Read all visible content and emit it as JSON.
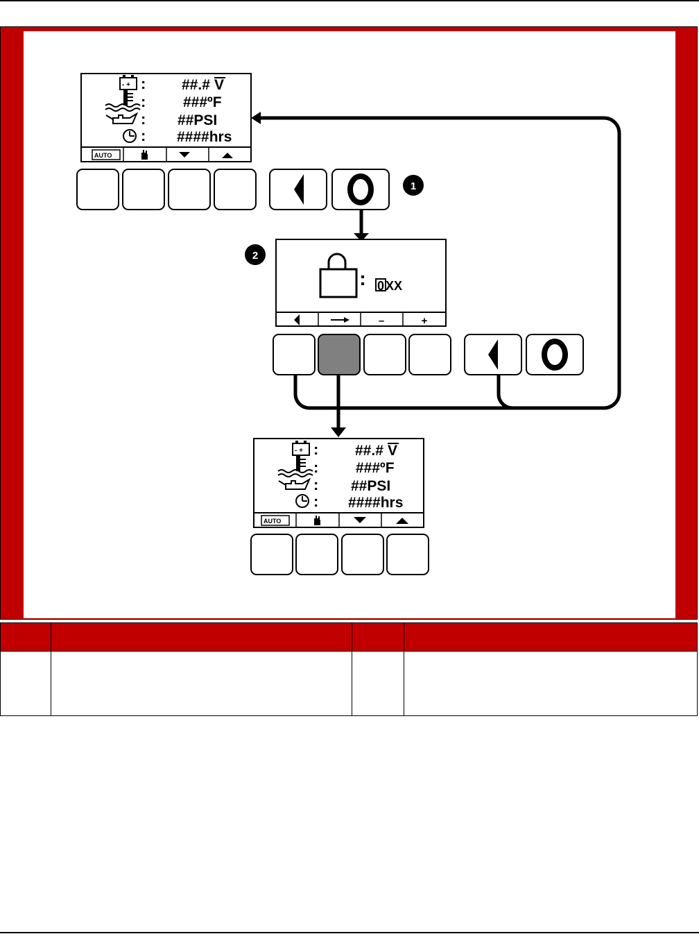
{
  "screen_main": {
    "battery": "##.#",
    "battery_unit": "V",
    "coolant": "###ºF",
    "oil": "##PSI",
    "hours": "####hrs",
    "softkeys": [
      "AUTO",
      "manual",
      "down",
      "up"
    ]
  },
  "screen_lock": {
    "code_first": "0",
    "code_rest": "XX",
    "softkeys": [
      "left",
      "right",
      "–",
      "+"
    ]
  },
  "screen_result": {
    "battery": "##.#",
    "battery_unit": "V",
    "coolant": "###ºF",
    "oil": "##PSI",
    "hours": "####hrs"
  },
  "callouts": [
    "1",
    "2"
  ],
  "icons": [
    "battery-icon",
    "coolant-temp-icon",
    "oil-can-icon",
    "clock-icon",
    "padlock-icon",
    "hand-icon",
    "auto-cycle-icon",
    "back-arrow-icon",
    "off-button-icon"
  ],
  "colors": {
    "frame": "#c00000",
    "pressed_key": "#808080"
  }
}
